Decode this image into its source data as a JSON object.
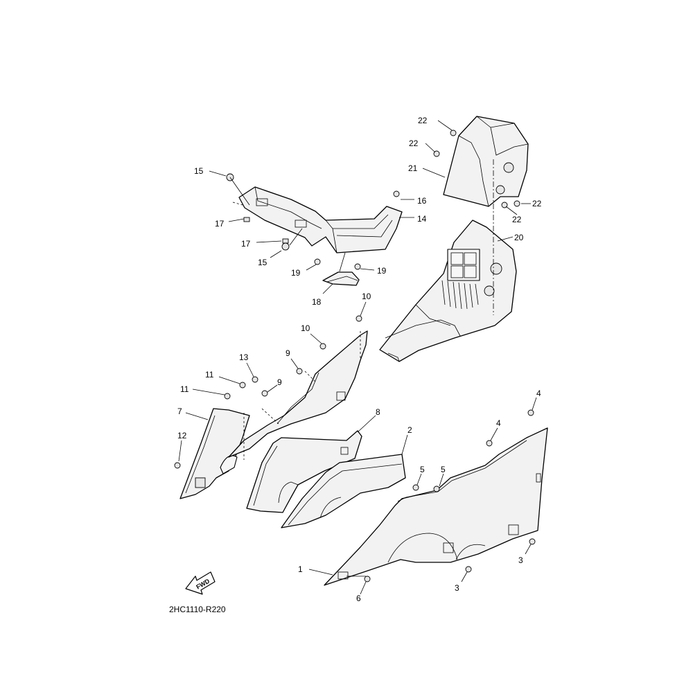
{
  "diagram": {
    "drawing_code": "2HC1110-R220",
    "fwd_label": "FWD",
    "callouts": {
      "c1": "1",
      "c2": "2",
      "c3a": "3",
      "c3b": "3",
      "c4a": "4",
      "c4b": "4",
      "c5a": "5",
      "c5b": "5",
      "c6": "6",
      "c7": "7",
      "c8": "8",
      "c9a": "9",
      "c9b": "9",
      "c10a": "10",
      "c10b": "10",
      "c11a": "11",
      "c11b": "11",
      "c12": "12",
      "c13": "13",
      "c14": "14",
      "c15a": "15",
      "c15b": "15",
      "c16": "16",
      "c17a": "17",
      "c17b": "17",
      "c18": "18",
      "c19a": "19",
      "c19b": "19",
      "c20": "20",
      "c21": "21",
      "c22a": "22",
      "c22b": "22",
      "c22c": "22",
      "c22d": "22"
    }
  }
}
